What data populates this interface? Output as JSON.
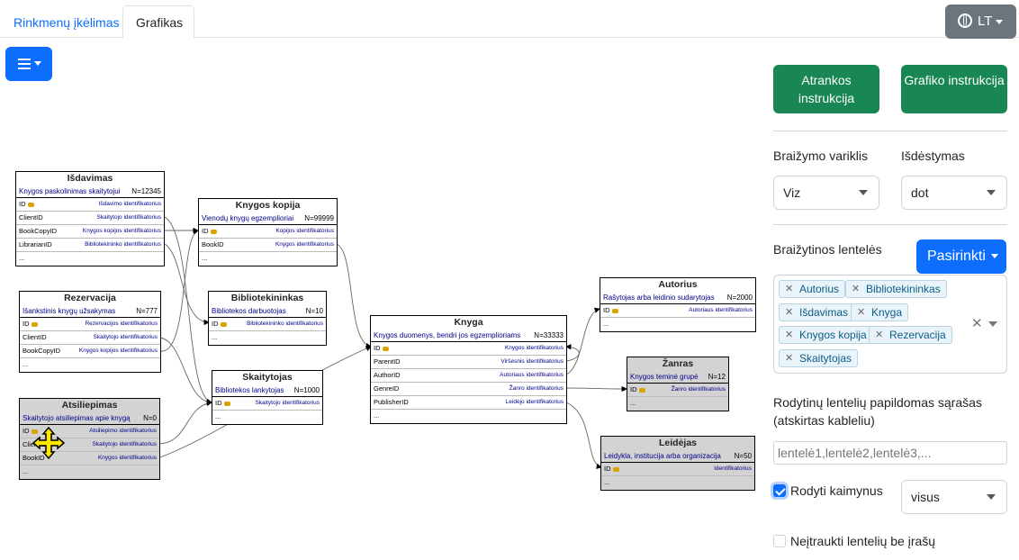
{
  "tabs": [
    {
      "label": "Rinkmenų įkėlimas",
      "active": false
    },
    {
      "label": "Grafikas",
      "active": true
    }
  ],
  "language": {
    "label": "LT",
    "icon": "globe-icon"
  },
  "menu_button": {
    "icon": "menu-icon"
  },
  "right_panel": {
    "selection_instructions": "Atrankos instrukcija",
    "chart_instructions": "Grafiko instrukcija",
    "engine_label": "Braižymo variklis",
    "engine_value": "Viz",
    "layout_label": "Išdėstymas",
    "layout_value": "dot",
    "tables_label": "Braižytinos lentelės",
    "pick_button": "Pasirinkti",
    "selected_tables": [
      "Autorius",
      "Bibliotekininkas",
      "Išdavimas",
      "Knyga",
      "Knygos kopija",
      "Rezervacija",
      "Skaitytojas"
    ],
    "extra_list_label": "Rodytinų lentelių papildomas sąrašas (atskirtas kableliu)",
    "extra_list_placeholder": "lentelė1,lentelė2,lentelė3,...",
    "show_neighbors_label": "Rodyti kaimynus",
    "show_neighbors_checked": true,
    "neighbors_value": "visus",
    "exclude_empty_label": "Neįtraukti lentelių be įrašų",
    "exclude_empty_checked": false
  },
  "colors": {
    "primary": "#0d6efd",
    "success": "#198754",
    "secondary": "#6c757d",
    "node_gray": "#d3d3d3",
    "desc_blue": "#00008b"
  },
  "graph": {
    "nodes": [
      {
        "id": "isdavimas",
        "title": "Išdavimas",
        "desc": "Knygos paskolinimas skaitytojui",
        "count": "N=12345",
        "gray": false,
        "fields": [
          {
            "name": "ID",
            "key": true,
            "desc": "Išdavimo identifikatorius"
          },
          {
            "name": "ClientID",
            "key": false,
            "desc": "Skaitytojo identifikatorius"
          },
          {
            "name": "BookCopyID",
            "key": false,
            "desc": "Knygos kopijos identifikatorius"
          },
          {
            "name": "LibrarianID",
            "key": false,
            "desc": "Bibliotekininko identifikatorius"
          },
          {
            "name": "...",
            "key": false,
            "desc": ""
          }
        ]
      },
      {
        "id": "kopija",
        "title": "Knygos kopija",
        "desc": "Vienodų knygų egzemplioriai",
        "count": "N=99999",
        "gray": false,
        "fields": [
          {
            "name": "ID",
            "key": true,
            "desc": "Kopijos identifikatorius"
          },
          {
            "name": "BookID",
            "key": false,
            "desc": "Knygos identifikatorius"
          },
          {
            "name": "...",
            "key": false,
            "desc": ""
          }
        ]
      },
      {
        "id": "rezervacija",
        "title": "Rezervacija",
        "desc": "Išankstinis knygų užsakymas",
        "count": "N=777",
        "gray": false,
        "fields": [
          {
            "name": "ID",
            "key": true,
            "desc": "Rezervacijos identifikatorius"
          },
          {
            "name": "ClientID",
            "key": false,
            "desc": "Skaitytojo identifikatorius"
          },
          {
            "name": "BookCopyID",
            "key": false,
            "desc": "Knygos kopijos identifikatorius"
          },
          {
            "name": "...",
            "key": false,
            "desc": ""
          }
        ]
      },
      {
        "id": "bibliotekininkas",
        "title": "Bibliotekininkas",
        "desc": "Bibliotekos darbuotojas",
        "count": "N=10",
        "gray": false,
        "fields": [
          {
            "name": "ID",
            "key": true,
            "desc": "Bibliotekininko identifikatorius"
          },
          {
            "name": "...",
            "key": false,
            "desc": ""
          }
        ]
      },
      {
        "id": "skaitytojas",
        "title": "Skaitytojas",
        "desc": "Bibliotekos lankytojas",
        "count": "N=1000",
        "gray": false,
        "fields": [
          {
            "name": "ID",
            "key": true,
            "desc": "Skaitytojo identifikatorius"
          },
          {
            "name": "...",
            "key": false,
            "desc": ""
          }
        ]
      },
      {
        "id": "atsiliepimas",
        "title": "Atsiliepimas",
        "desc": "Skaitytojo atsiliepimas apie knygą",
        "count": "N=0",
        "gray": true,
        "fields": [
          {
            "name": "ID",
            "key": true,
            "desc": "Atsiliepimo identifikatorius"
          },
          {
            "name": "ClientID",
            "key": false,
            "desc": "Skaitytojo identifikatorius"
          },
          {
            "name": "BookID",
            "key": false,
            "desc": "Knygos identifikatorius"
          },
          {
            "name": "...",
            "key": false,
            "desc": ""
          }
        ]
      },
      {
        "id": "knyga",
        "title": "Knyga",
        "desc": "Knygos duomenys, bendri jos egzemplioriams",
        "count": "N=33333",
        "gray": false,
        "fields": [
          {
            "name": "ID",
            "key": true,
            "desc": "Knygos identifikatorius"
          },
          {
            "name": "ParentID",
            "key": false,
            "desc": "Viršesnis identifikatorius"
          },
          {
            "name": "AuthorID",
            "key": false,
            "desc": "Autoriaus identifikatorius"
          },
          {
            "name": "GenreID",
            "key": false,
            "desc": "Žanro identifikatorius"
          },
          {
            "name": "PublisherID",
            "key": false,
            "desc": "Leidėjo identifikatorius"
          },
          {
            "name": "...",
            "key": false,
            "desc": ""
          }
        ]
      },
      {
        "id": "autorius",
        "title": "Autorius",
        "desc": "Rašytojas arba leidinio sudarytojas",
        "count": "N=2000",
        "gray": false,
        "fields": [
          {
            "name": "ID",
            "key": true,
            "desc": "Autoriaus identifikatorius"
          },
          {
            "name": "...",
            "key": false,
            "desc": ""
          }
        ]
      },
      {
        "id": "zanras",
        "title": "Žanras",
        "desc": "Knygos teminė grupė",
        "count": "N=12",
        "gray": true,
        "fields": [
          {
            "name": "ID",
            "key": true,
            "desc": "Žanro identifikatorius"
          },
          {
            "name": "...",
            "key": false,
            "desc": ""
          }
        ]
      },
      {
        "id": "leidejas",
        "title": "Leidėjas",
        "desc": "Leidykla, institucija arba organizacija",
        "count": "N=50",
        "gray": true,
        "fields": [
          {
            "name": "ID",
            "key": true,
            "desc": "Identifikatorius"
          },
          {
            "name": "...",
            "key": false,
            "desc": ""
          }
        ]
      }
    ]
  }
}
